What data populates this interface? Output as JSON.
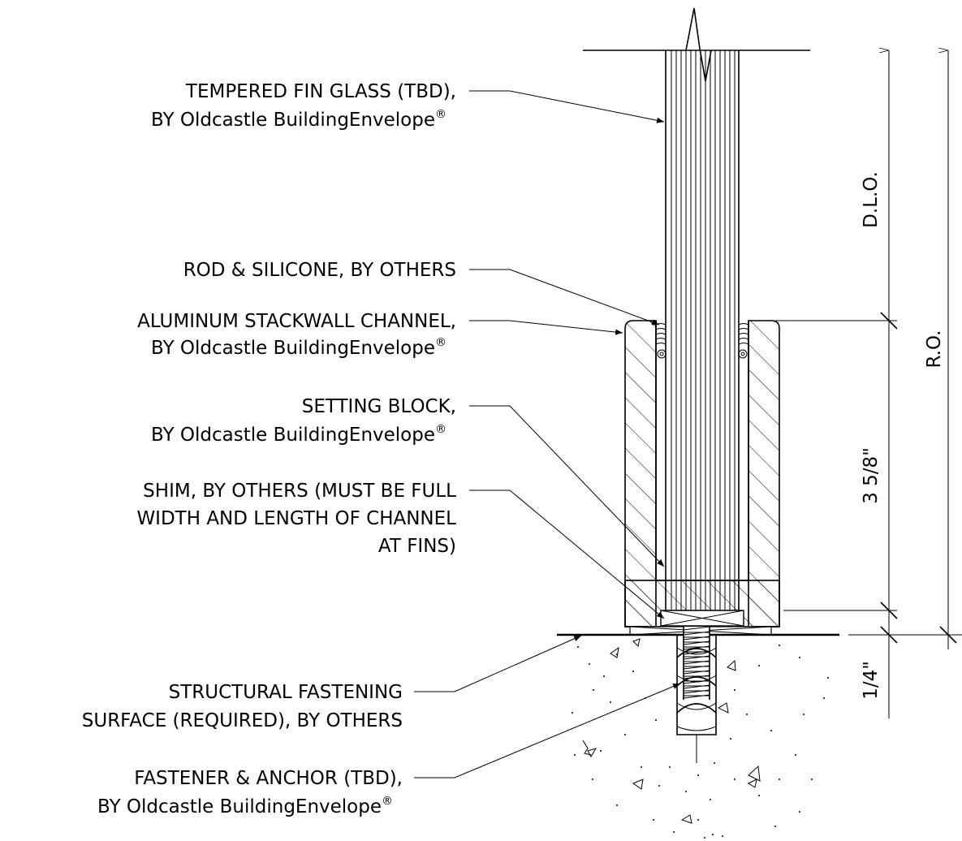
{
  "labels": {
    "fin_glass": {
      "line1": "TEMPERED FIN GLASS (TBD),",
      "line2_prefix": "BY Oldcastle BuildingEnvelope",
      "reg": "®"
    },
    "rod_silicone": {
      "line1": "ROD & SILICONE, BY OTHERS"
    },
    "stackwall_channel": {
      "line1": "ALUMINUM STACKWALL CHANNEL,",
      "line2_prefix": "BY Oldcastle BuildingEnvelope",
      "reg": "®"
    },
    "setting_block": {
      "line1": "SETTING BLOCK,",
      "line2_prefix": "BY Oldcastle BuildingEnvelope",
      "reg": "®"
    },
    "shim": {
      "line1": "SHIM, BY OTHERS (MUST BE FULL",
      "line2": "WIDTH AND LENGTH OF CHANNEL",
      "line3": "AT FINS)"
    },
    "fastening_surface": {
      "line1": "STRUCTURAL FASTENING",
      "line2": "SURFACE (REQUIRED), BY OTHERS"
    },
    "fastener_anchor": {
      "line1": "FASTENER & ANCHOR (TBD),",
      "line2_prefix": "BY Oldcastle BuildingEnvelope",
      "reg": "®"
    }
  },
  "dimensions": {
    "dlo": "D.L.O.",
    "ro": "R.O.",
    "channel_height": "3 5/8\"",
    "shim_height": "1/4\""
  }
}
